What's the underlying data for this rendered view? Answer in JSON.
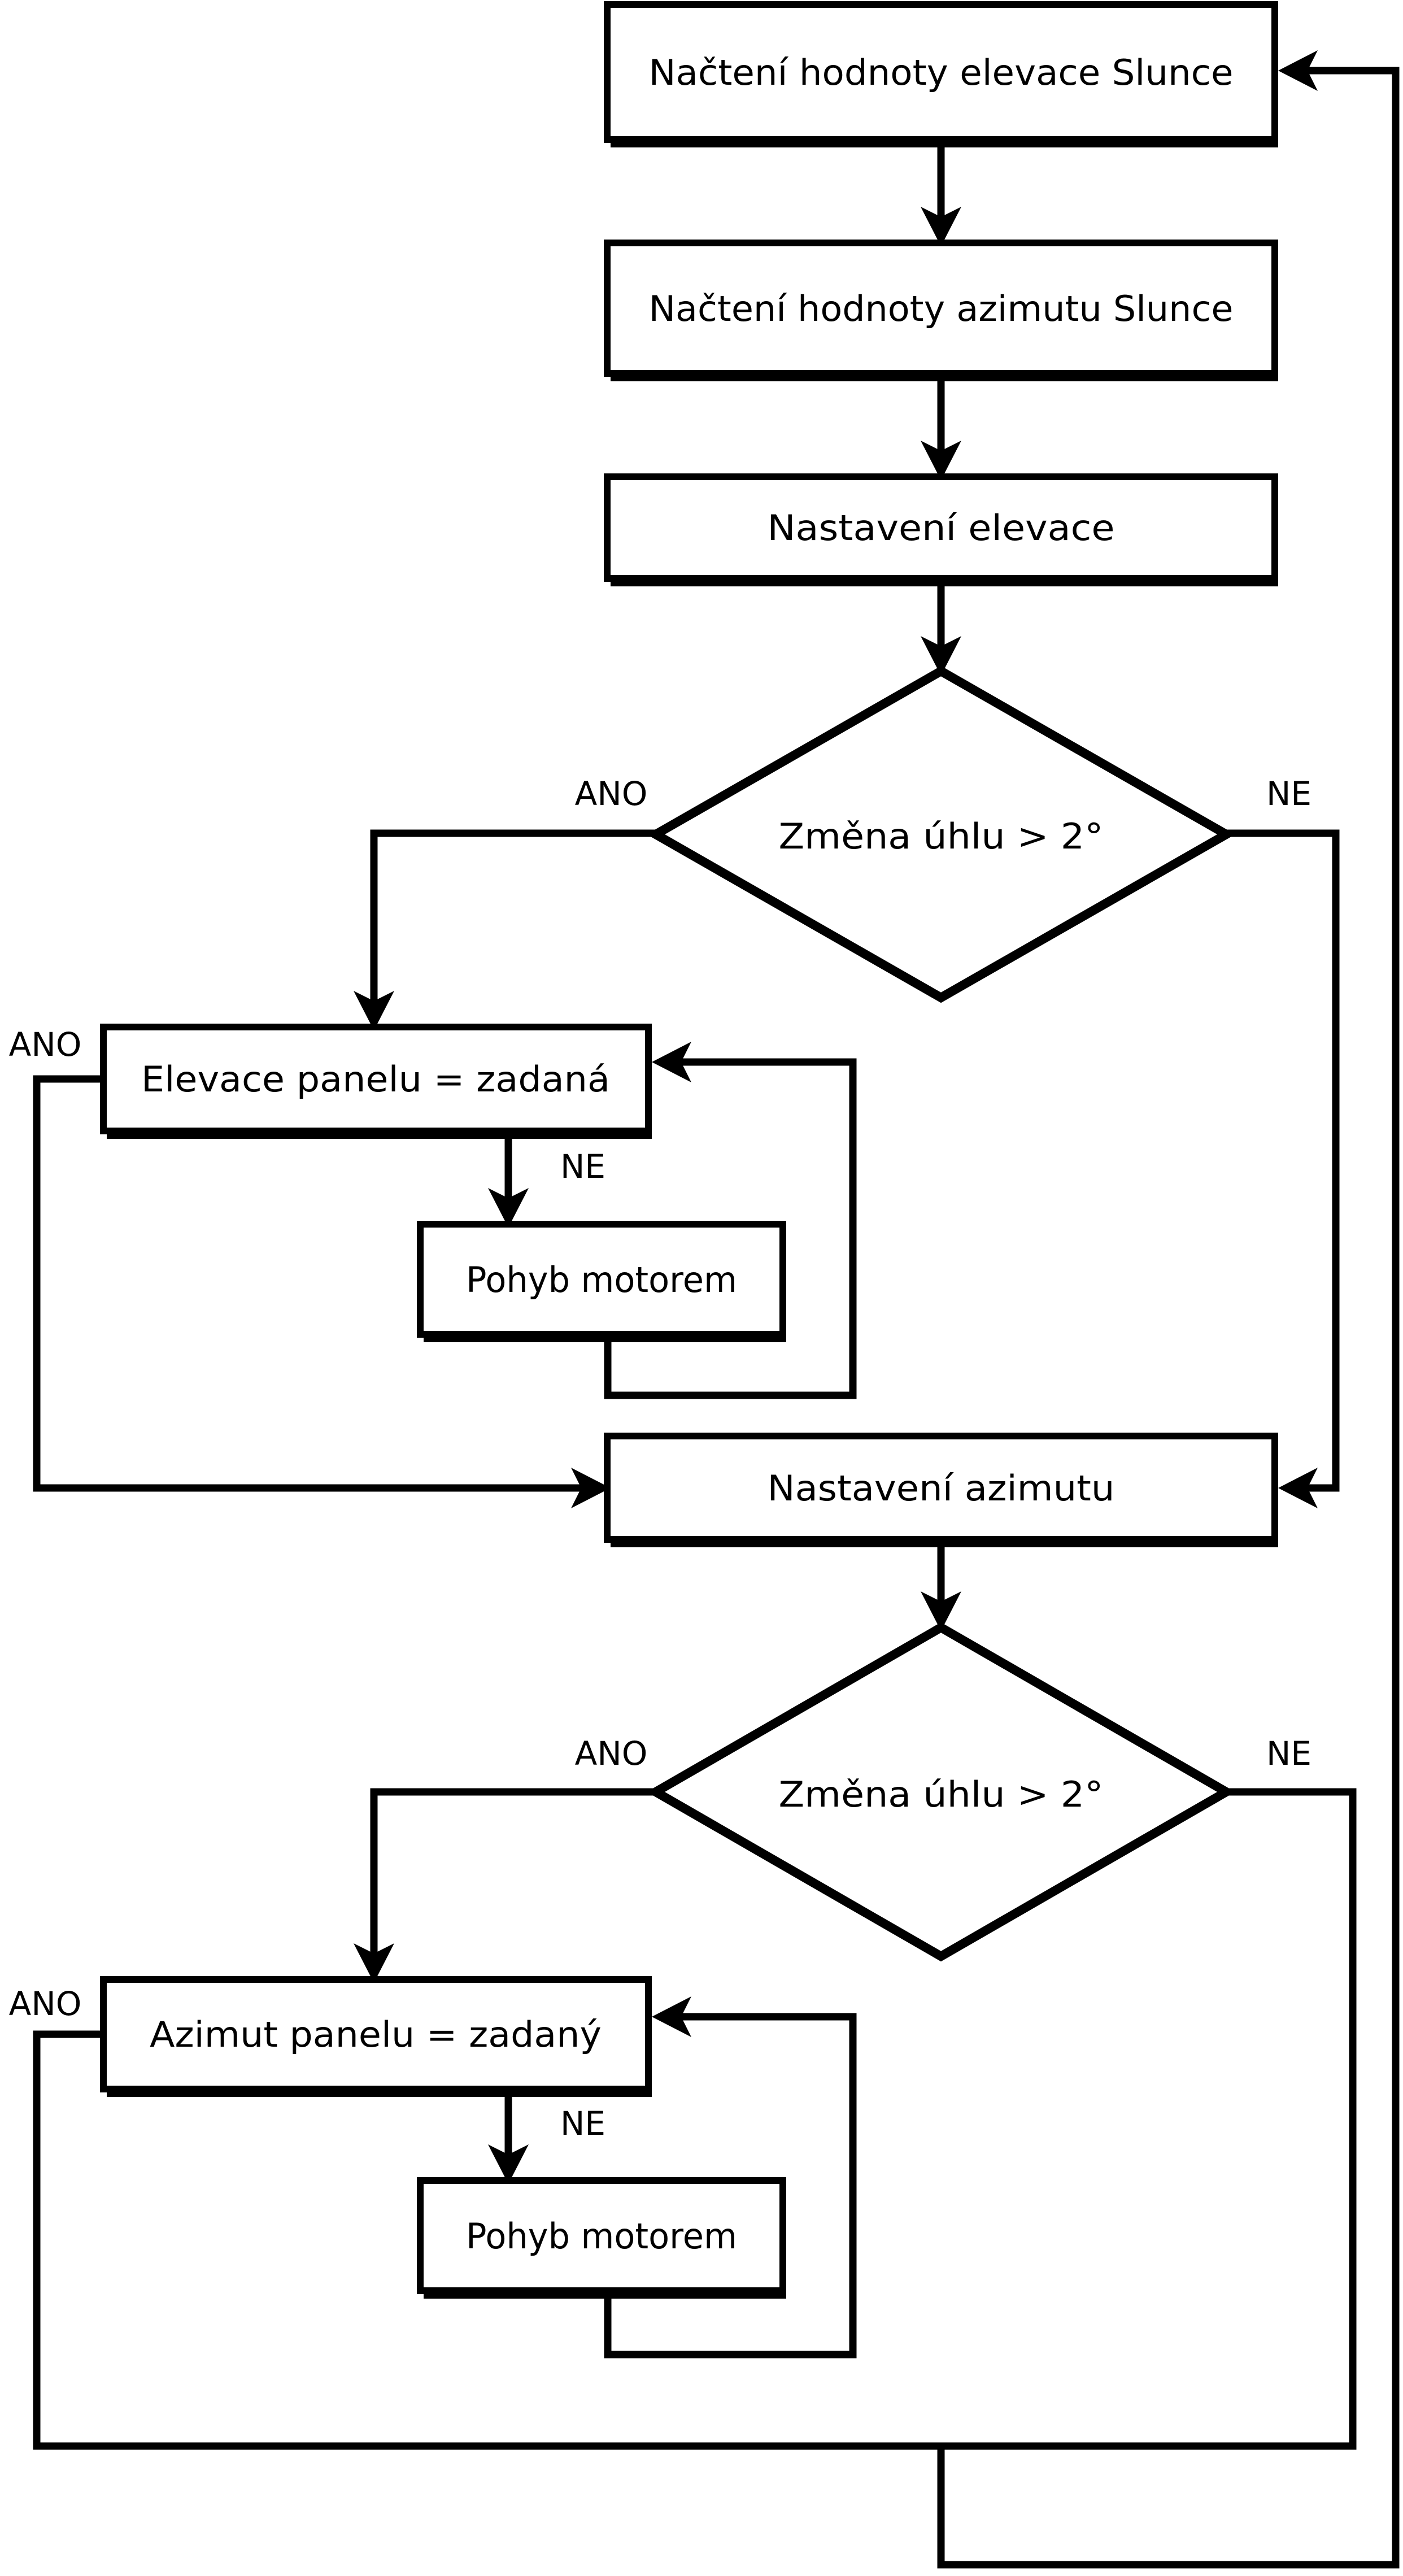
{
  "diagram": {
    "background_color": "#ffffff",
    "line_color": "#000000",
    "node_fill_color": "#ffffff",
    "nodes": {
      "load_elevation": {
        "label": "Načtení hodnoty elevace Slunce"
      },
      "load_azimuth": {
        "label": "Načtení hodnoty azimutu Slunce"
      },
      "set_elevation": {
        "label": "Nastavení elevace"
      },
      "decision_elevation": {
        "label": "Změna úhlu > 2°"
      },
      "elevation_panel": {
        "label": "Elevace panelu = zadaná"
      },
      "motor_elevation": {
        "label": "Pohyb motorem"
      },
      "set_azimuth": {
        "label": "Nastavení azimutu"
      },
      "decision_azimuth": {
        "label": "Změna úhlu > 2°"
      },
      "azimuth_panel": {
        "label": "Azimut panelu = zadaný"
      },
      "motor_azimuth": {
        "label": "Pohyb motorem"
      }
    },
    "edge_labels": {
      "decision_elevation_yes": "ANO",
      "decision_elevation_no": "NE",
      "elevation_panel_yes": "ANO",
      "elevation_panel_no": "NE",
      "decision_azimuth_yes": "ANO",
      "decision_azimuth_no": "NE",
      "azimuth_panel_yes": "ANO",
      "azimuth_panel_no": "NE"
    }
  }
}
